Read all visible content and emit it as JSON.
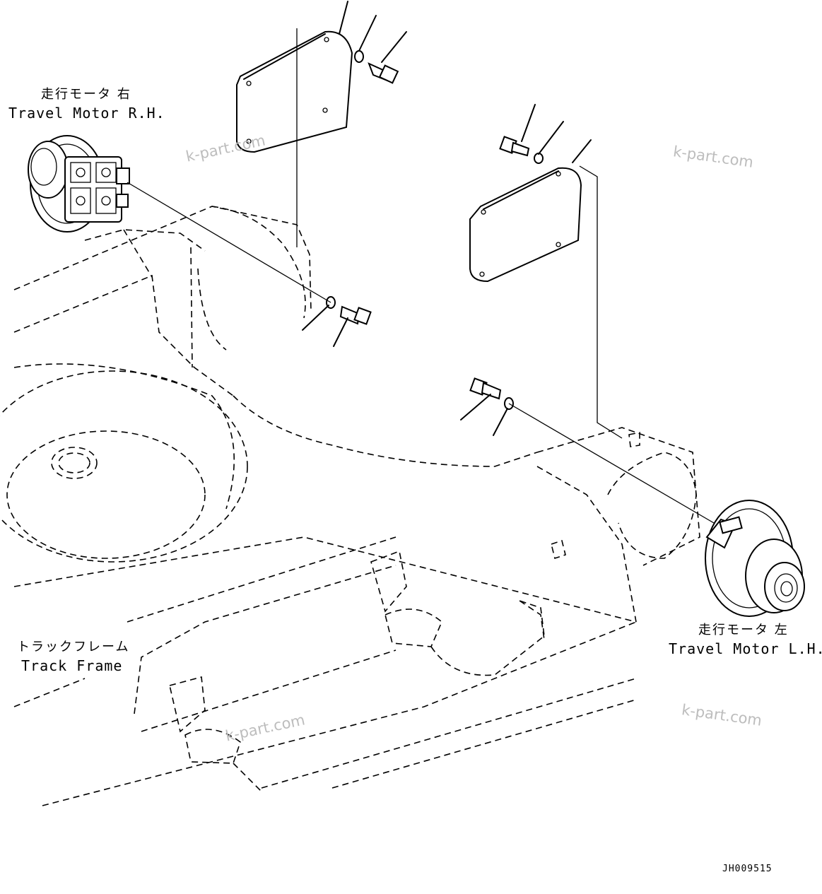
{
  "labels": {
    "motor_rh_jp": "走行モータ 右",
    "motor_rh_en": "Travel Motor R.H.",
    "motor_lh_jp": "走行モータ 左",
    "motor_lh_en": "Travel Motor L.H.",
    "frame_jp": "トラックフレーム",
    "frame_en": "Track Frame"
  },
  "watermark": "k-part.com",
  "drawing_code": "JH009515"
}
